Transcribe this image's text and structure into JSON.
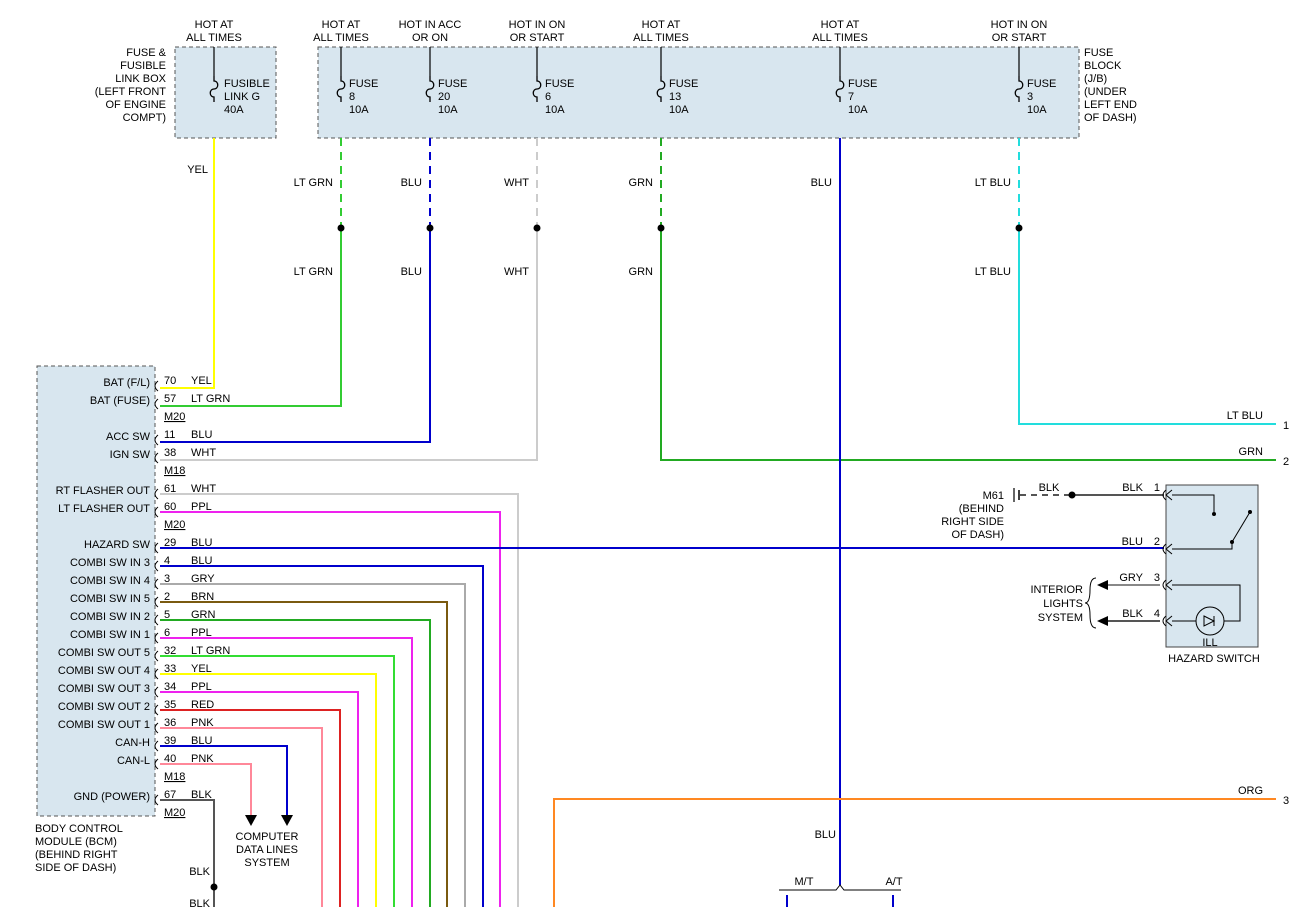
{
  "power_headers": [
    {
      "id": "fusible",
      "lines": [
        "HOT AT",
        "ALL TIMES"
      ]
    },
    {
      "id": "f8",
      "lines": [
        "HOT AT",
        "ALL TIMES"
      ]
    },
    {
      "id": "f20",
      "lines": [
        "HOT IN ACC",
        "OR ON"
      ]
    },
    {
      "id": "f6",
      "lines": [
        "HOT IN ON",
        "OR START"
      ]
    },
    {
      "id": "f13",
      "lines": [
        "HOT AT",
        "ALL TIMES"
      ]
    },
    {
      "id": "f7",
      "lines": [
        "HOT AT",
        "ALL TIMES"
      ]
    },
    {
      "id": "f3",
      "lines": [
        "HOT IN ON",
        "OR START"
      ]
    }
  ],
  "fusible_box": {
    "title": [
      "FUSE &",
      "FUSIBLE",
      "LINK BOX",
      "(LEFT FRONT",
      "OF ENGINE",
      "COMPT)"
    ],
    "link": [
      "FUSIBLE",
      "LINK G",
      "40A"
    ]
  },
  "fuse_block": {
    "title": [
      "FUSE",
      "BLOCK",
      "(J/B)",
      "(UNDER",
      "LEFT END",
      "OF DASH)"
    ],
    "fuses": [
      {
        "id": "f8",
        "lines": [
          "FUSE",
          "8",
          "10A"
        ]
      },
      {
        "id": "f20",
        "lines": [
          "FUSE",
          "20",
          "10A"
        ]
      },
      {
        "id": "f6",
        "lines": [
          "FUSE",
          "6",
          "10A"
        ]
      },
      {
        "id": "f13",
        "lines": [
          "FUSE",
          "13",
          "10A"
        ]
      },
      {
        "id": "f7",
        "lines": [
          "FUSE",
          "7",
          "10A"
        ]
      },
      {
        "id": "f3",
        "lines": [
          "FUSE",
          "3",
          "10A"
        ]
      }
    ]
  },
  "feed_wires": [
    {
      "id": "fusible",
      "color": "#ffff00",
      "upper": "YEL",
      "lower": ""
    },
    {
      "id": "f8",
      "color": "#33cc33",
      "upper": "LT GRN",
      "lower": "LT GRN"
    },
    {
      "id": "f20",
      "color": "#0000cc",
      "upper": "BLU",
      "lower": "BLU"
    },
    {
      "id": "f6",
      "color": "#cccccc",
      "upper": "WHT",
      "lower": "WHT"
    },
    {
      "id": "f13",
      "color": "#22aa22",
      "upper": "GRN",
      "lower": "GRN"
    },
    {
      "id": "f7",
      "color": "#0000cc",
      "upper": "BLU",
      "lower": ""
    },
    {
      "id": "f3",
      "color": "#22dddd",
      "upper": "LT BLU",
      "lower": "LT BLU"
    }
  ],
  "bcm": {
    "title": [
      "BODY CONTROL",
      "MODULE (BCM)",
      "(BEHIND RIGHT",
      "SIDE OF DASH)"
    ],
    "pins": [
      {
        "label": "BAT (F/L)",
        "pin": "70",
        "wire": "YEL",
        "color": "#ffff00"
      },
      {
        "label": "BAT (FUSE)",
        "pin": "57",
        "wire": "LT GRN",
        "color": "#33cc33"
      },
      {
        "connector": "M20"
      },
      {
        "label": "ACC SW",
        "pin": "11",
        "wire": "BLU",
        "color": "#0000cc"
      },
      {
        "label": "IGN SW",
        "pin": "38",
        "wire": "WHT",
        "color": "#cccccc"
      },
      {
        "connector": "M18"
      },
      {
        "label": "RT FLASHER OUT",
        "pin": "61",
        "wire": "WHT",
        "color": "#cccccc"
      },
      {
        "label": "LT FLASHER OUT",
        "pin": "60",
        "wire": "PPL",
        "color": "#ee22ee"
      },
      {
        "connector": "M20"
      },
      {
        "label": "HAZARD SW",
        "pin": "29",
        "wire": "BLU",
        "color": "#0000cc"
      },
      {
        "label": "COMBI SW IN 3",
        "pin": "4",
        "wire": "BLU",
        "color": "#0000cc"
      },
      {
        "label": "COMBI SW IN 4",
        "pin": "3",
        "wire": "GRY",
        "color": "#aaaaaa"
      },
      {
        "label": "COMBI SW IN 5",
        "pin": "2",
        "wire": "BRN",
        "color": "#7a5a10"
      },
      {
        "label": "COMBI SW IN 2",
        "pin": "5",
        "wire": "GRN",
        "color": "#22aa22"
      },
      {
        "label": "COMBI SW IN 1",
        "pin": "6",
        "wire": "PPL",
        "color": "#ee22ee"
      },
      {
        "label": "COMBI SW OUT 5",
        "pin": "32",
        "wire": "LT GRN",
        "color": "#33dd33"
      },
      {
        "label": "COMBI SW OUT 4",
        "pin": "33",
        "wire": "YEL",
        "color": "#ffff00"
      },
      {
        "label": "COMBI SW OUT 3",
        "pin": "34",
        "wire": "PPL",
        "color": "#ee22ee"
      },
      {
        "label": "COMBI SW OUT 2",
        "pin": "35",
        "wire": "RED",
        "color": "#dd2222"
      },
      {
        "label": "COMBI SW OUT 1",
        "pin": "36",
        "wire": "PNK",
        "color": "#ff8899"
      },
      {
        "label": "CAN-H",
        "pin": "39",
        "wire": "BLU",
        "color": "#0000cc"
      },
      {
        "label": "CAN-L",
        "pin": "40",
        "wire": "PNK",
        "color": "#ff8899"
      },
      {
        "connector": "M18"
      },
      {
        "label": "GND (POWER)",
        "pin": "67",
        "wire": "BLK",
        "color": "#555555"
      },
      {
        "connector": "M20"
      }
    ]
  },
  "data_lines": [
    "COMPUTER",
    "DATA LINES",
    "SYSTEM"
  ],
  "gnd_wire": {
    "upper": "BLK",
    "lower": "BLK"
  },
  "right_outputs": [
    {
      "wire": "LT BLU",
      "num": "1",
      "color": "#22dddd"
    },
    {
      "wire": "GRN",
      "num": "2",
      "color": "#22aa22"
    },
    {
      "wire": "ORG",
      "num": "3",
      "color": "#ff8822"
    }
  ],
  "m61": {
    "lines": [
      "M61",
      "(BEHIND",
      "RIGHT SIDE",
      "OF DASH)"
    ],
    "wire": "BLK"
  },
  "hazard_switch": {
    "title": "HAZARD SWITCH",
    "ill": "ILL",
    "pins": [
      {
        "num": "1",
        "wire": "BLK"
      },
      {
        "num": "2",
        "wire": "BLU"
      },
      {
        "num": "3",
        "wire": "GRY"
      },
      {
        "num": "4",
        "wire": "BLK"
      }
    ]
  },
  "interior_lights": [
    "INTERIOR",
    "LIGHTS",
    "SYSTEM"
  ],
  "fuse7_down": "BLU",
  "transmission": {
    "mt": "M/T",
    "at": "A/T"
  }
}
